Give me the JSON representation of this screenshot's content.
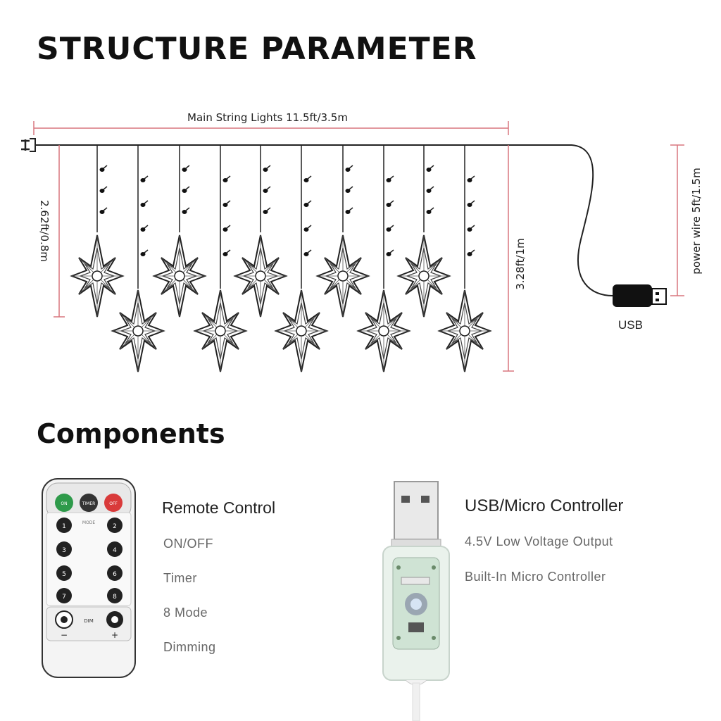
{
  "title": "STRUCTURE PARAMETER",
  "dimensions": {
    "main_string": "Main String Lights 11.5ft/3.5m",
    "short_drop": "2.62ft/0.8m",
    "long_drop": "3.28ft/1m",
    "power_wire": "power wire 5ft/1.5m",
    "usb": "USB"
  },
  "components_title": "Components",
  "remote": {
    "heading": "Remote Control",
    "features": [
      "ON/OFF",
      "Timer",
      "8 Mode",
      "Dimming"
    ],
    "buttons": {
      "on": "ON",
      "timer": "TIMER",
      "off": "OFF",
      "mode": "MODE",
      "numbers": [
        "1",
        "2",
        "3",
        "4",
        "5",
        "6",
        "7",
        "8"
      ],
      "dim": "DIM",
      "minus": "−",
      "plus": "+"
    }
  },
  "controller": {
    "heading": "USB/Micro Controller",
    "features": [
      "4.5V Low Voltage Output",
      "Built-In Micro Controller"
    ]
  },
  "colors": {
    "dimension_line": "#d9777f",
    "on_button": "#2e9a4a",
    "off_button": "#d93a3a"
  }
}
